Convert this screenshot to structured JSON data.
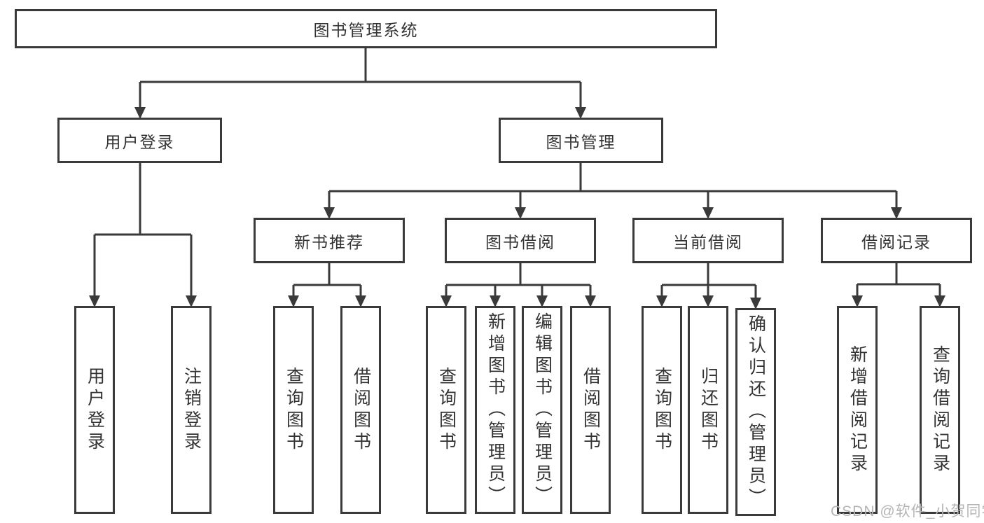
{
  "diagram": {
    "root": {
      "label": "图书管理系统"
    },
    "level2": [
      {
        "label": "用户登录"
      },
      {
        "label": "图书管理"
      }
    ],
    "level3": [
      {
        "label": "新书推荐"
      },
      {
        "label": "图书借阅"
      },
      {
        "label": "当前借阅"
      },
      {
        "label": "借阅记录"
      }
    ],
    "leaves": {
      "user_login": [
        "用户登录",
        "注销登录"
      ],
      "new_books": [
        "查询图书",
        "借阅图书"
      ],
      "book_borrow": [
        "查询图书",
        "新增图书（管理员）",
        "编辑图书（管理员）",
        "借阅图书"
      ],
      "current_borrow": [
        "查询图书",
        "归还图书",
        "确认归还（管理员）"
      ],
      "borrow_records": [
        "新增借阅记录",
        "查询借阅记录"
      ]
    }
  },
  "watermark": {
    "text": "CSDN @软件_小贺同学"
  },
  "colors": {
    "line": "#3a3a3a",
    "text": "#333333",
    "watermark": "#b5b5b5",
    "background": "#ffffff"
  }
}
